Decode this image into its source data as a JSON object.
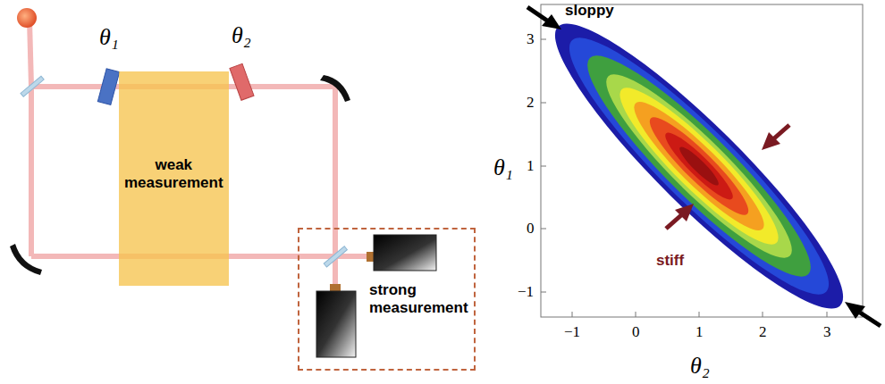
{
  "diagram": {
    "nodes": [
      {
        "text": [
          "weak measurement"
        ]
      },
      {
        "text": [
          "strong measurement"
        ]
      }
    ],
    "labels": [
      "θ₁",
      "θ₂",
      "sloppy",
      "stiff",
      "3",
      "2",
      "1",
      "0",
      "−1",
      "−1",
      "0",
      "1",
      "2",
      "3",
      "θ₁",
      "θ₂"
    ]
  }
}
